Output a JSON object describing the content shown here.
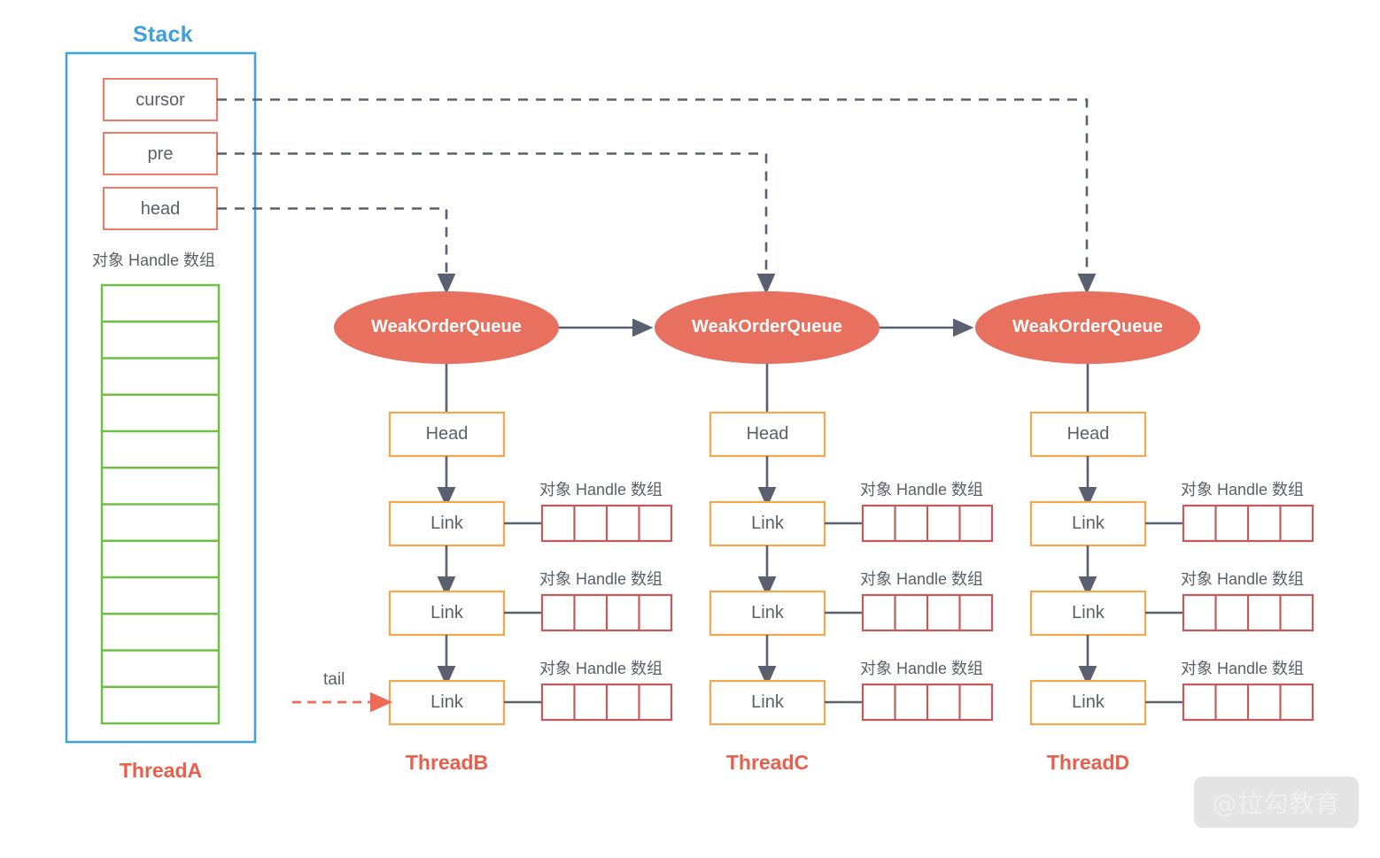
{
  "diagram": {
    "title": "Stack",
    "stack": {
      "title": "Stack",
      "slots": [
        "cursor",
        "pre",
        "head"
      ],
      "handle_array_caption": "对象 Handle 数组",
      "handle_array_cells": 12,
      "thread_label": "ThreadA"
    },
    "queues": [
      {
        "name": "WeakOrderQueue",
        "head_label": "Head",
        "thread_label": "ThreadB",
        "tail_label": "tail",
        "links": [
          {
            "label": "Link",
            "caption": "对象 Handle 数组",
            "cells": 4
          },
          {
            "label": "Link",
            "caption": "对象 Handle 数组",
            "cells": 4
          },
          {
            "label": "Link",
            "caption": "对象 Handle 数组",
            "cells": 4
          }
        ]
      },
      {
        "name": "WeakOrderQueue",
        "head_label": "Head",
        "thread_label": "ThreadC",
        "tail_label": "",
        "links": [
          {
            "label": "Link",
            "caption": "对象 Handle 数组",
            "cells": 4
          },
          {
            "label": "Link",
            "caption": "对象 Handle 数组",
            "cells": 4
          },
          {
            "label": "Link",
            "caption": "对象 Handle 数组",
            "cells": 4
          }
        ]
      },
      {
        "name": "WeakOrderQueue",
        "head_label": "Head",
        "thread_label": "ThreadD",
        "tail_label": "",
        "links": [
          {
            "label": "Link",
            "caption": "对象 Handle 数组",
            "cells": 4
          },
          {
            "label": "Link",
            "caption": "对象 Handle 数组",
            "cells": 4
          },
          {
            "label": "Link",
            "caption": "对象 Handle 数组",
            "cells": 4
          }
        ]
      }
    ],
    "watermark": "@拉勾教育",
    "colors": {
      "stack_border": "#3FA0DE",
      "slot_border": "#EE7A6A",
      "green_array": "#6FBF44",
      "ellipse_fill": "#E8705E",
      "link_border": "#F5A84B",
      "handle_cell_border": "#C45B5B",
      "connector": "#5B6070",
      "thread_text": "#E8604C",
      "tail_arrow": "#EE6A58"
    }
  }
}
